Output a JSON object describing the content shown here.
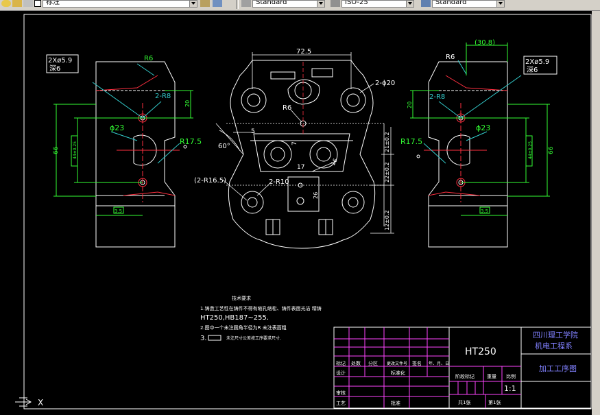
{
  "toolbar": {
    "combo_layer": "标注",
    "combo_textstyle": "Standard",
    "combo_dimstyle": "ISO-25",
    "combo_tablestyle": "Standard"
  },
  "dims": {
    "width_top": "72.5",
    "width_right": "(30.8)",
    "holes_left": "2Xø5.9",
    "deep_left": "深6",
    "holes_right": "2Xø5.9",
    "deep_right": "深6",
    "holes_top": "2-ϕ20",
    "r6_left": "R6",
    "r6_right": "R6",
    "r6_center": "R6",
    "r8_left": "2-R8",
    "r8_right": "2-R8",
    "d20_left": "20",
    "d20_right": "20",
    "phi23_left": "ϕ23",
    "phi23_right": "ϕ23",
    "r175_left": "R17.5",
    "r175_right": "R17.5",
    "h66_left": "66",
    "h66_right": "66",
    "tol_left": "44±0.25",
    "tol_right": "44±0.25",
    "angle": "60°",
    "five": "5",
    "seven": "7",
    "r165": "(2-R16.5)",
    "r10": "2-R10",
    "d17": "17",
    "d16": "16",
    "d26": "26",
    "v21": "21±0.2",
    "v22": "22±0.2",
    "v12": "12±0.2",
    "w_left": "3.5",
    "w_right": "3.5"
  },
  "notes": {
    "title": "技术要求",
    "line1": "1.铸造工艺性在铸件不得有缩孔缩松、铸件表面光洁 精铸",
    "line2": "HT250,HB187~255.",
    "line3": "2.图中一个未注圆角半径为R 未注表面粗",
    "line4": "3.",
    "line4b": "未注尺寸公差按工序要求尺寸."
  },
  "titleblock": {
    "material": "HT250",
    "school1": "四川理工学院",
    "school2": "机电工程系",
    "drawing": "加工工序图",
    "h_mark": "标记",
    "h_qty": "处数",
    "h_zone": "分区",
    "h_docno": "更改文件号",
    "h_sign": "签名",
    "h_date": "年、月、日",
    "h_design": "设计",
    "h_std": "标准化",
    "h_stage": "阶段标记",
    "h_weight": "重量",
    "h_scale": "比例",
    "h_check": "审核",
    "h_process": "工艺",
    "h_approve": "批准",
    "scale_val": "1:1",
    "sheet_total": "共1张",
    "sheet_no": "第1张"
  },
  "ucs": {
    "x_label": "X"
  }
}
